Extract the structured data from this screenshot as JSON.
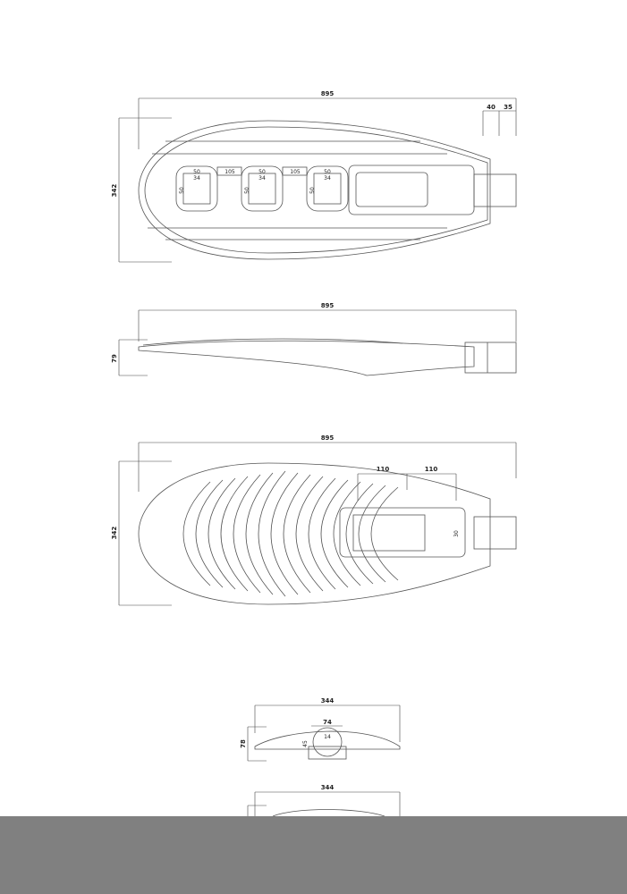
{
  "drawing": {
    "colors": {
      "line": "#555555",
      "band": "#808080"
    },
    "top_view": {
      "length": "895",
      "width": "342",
      "mount_a": "40",
      "mount_b": "35",
      "module_spacing": [
        "105",
        "105"
      ],
      "module_width": [
        "50",
        "50",
        "50"
      ],
      "module_inner": [
        "34",
        "34",
        "34"
      ],
      "module_height": [
        "50",
        "50",
        "50"
      ]
    },
    "side_view": {
      "length": "895",
      "height": "79"
    },
    "bottom_view": {
      "length": "895",
      "width": "342",
      "spacing": [
        "110",
        "110"
      ],
      "hole": "30"
    },
    "end_view": {
      "width": "344",
      "height": "78",
      "top_width": "74",
      "hole": "14",
      "offset": "45"
    },
    "end_view_2": {
      "width": "344"
    }
  }
}
